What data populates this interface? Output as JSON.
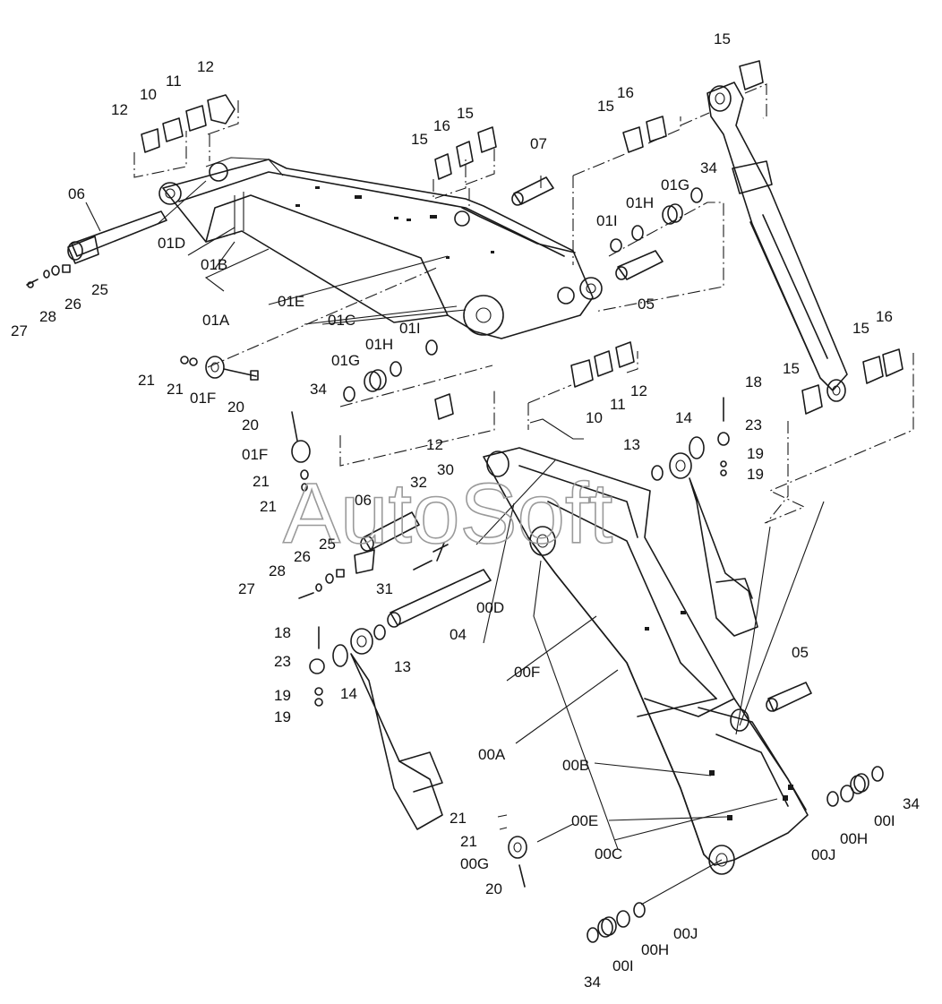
{
  "watermark": "AutoSoft",
  "labels": [
    {
      "id": "15_top",
      "text": "15"
    },
    {
      "id": "12_a",
      "text": "12"
    },
    {
      "id": "11_a",
      "text": "11"
    },
    {
      "id": "10_a",
      "text": "10"
    },
    {
      "id": "12_b",
      "text": "12"
    },
    {
      "id": "16_a",
      "text": "16"
    },
    {
      "id": "15_a",
      "text": "15"
    },
    {
      "id": "15_b",
      "text": "15"
    },
    {
      "id": "16_b",
      "text": "16"
    },
    {
      "id": "15_c",
      "text": "15"
    },
    {
      "id": "07",
      "text": "07"
    },
    {
      "id": "34_a",
      "text": "34"
    },
    {
      "id": "01G_a",
      "text": "01G"
    },
    {
      "id": "01H_a",
      "text": "01H"
    },
    {
      "id": "01I_a",
      "text": "01I"
    },
    {
      "id": "05_a",
      "text": "05"
    },
    {
      "id": "06_a",
      "text": "06"
    },
    {
      "id": "01D",
      "text": "01D"
    },
    {
      "id": "01B",
      "text": "01B"
    },
    {
      "id": "01A",
      "text": "01A"
    },
    {
      "id": "01E",
      "text": "01E"
    },
    {
      "id": "01C",
      "text": "01C"
    },
    {
      "id": "25_a",
      "text": "25"
    },
    {
      "id": "26_a",
      "text": "26"
    },
    {
      "id": "28_a",
      "text": "28"
    },
    {
      "id": "27_a",
      "text": "27"
    },
    {
      "id": "01I_b",
      "text": "01I"
    },
    {
      "id": "01H_b",
      "text": "01H"
    },
    {
      "id": "01G_b",
      "text": "01G"
    },
    {
      "id": "34_b",
      "text": "34"
    },
    {
      "id": "21_a",
      "text": "21"
    },
    {
      "id": "21_b",
      "text": "21"
    },
    {
      "id": "01F_a",
      "text": "01F"
    },
    {
      "id": "20_a",
      "text": "20"
    },
    {
      "id": "20_b",
      "text": "20"
    },
    {
      "id": "01F_b",
      "text": "01F"
    },
    {
      "id": "21_c",
      "text": "21"
    },
    {
      "id": "21_d",
      "text": "21"
    },
    {
      "id": "12_c",
      "text": "12"
    },
    {
      "id": "10_b",
      "text": "10"
    },
    {
      "id": "11_b",
      "text": "11"
    },
    {
      "id": "12_d",
      "text": "12"
    },
    {
      "id": "18_a",
      "text": "18"
    },
    {
      "id": "14_a",
      "text": "14"
    },
    {
      "id": "23_a",
      "text": "23"
    },
    {
      "id": "13_a",
      "text": "13"
    },
    {
      "id": "19_a",
      "text": "19"
    },
    {
      "id": "19_b",
      "text": "19"
    },
    {
      "id": "15_d",
      "text": "15"
    },
    {
      "id": "16_c",
      "text": "16"
    },
    {
      "id": "15_e",
      "text": "15"
    },
    {
      "id": "30",
      "text": "30"
    },
    {
      "id": "32",
      "text": "32"
    },
    {
      "id": "06_b",
      "text": "06"
    },
    {
      "id": "25_b",
      "text": "25"
    },
    {
      "id": "26_b",
      "text": "26"
    },
    {
      "id": "28_b",
      "text": "28"
    },
    {
      "id": "27_b",
      "text": "27"
    },
    {
      "id": "31",
      "text": "31"
    },
    {
      "id": "00D",
      "text": "00D"
    },
    {
      "id": "04",
      "text": "04"
    },
    {
      "id": "18_b",
      "text": "18"
    },
    {
      "id": "23_b",
      "text": "23"
    },
    {
      "id": "19_c",
      "text": "19"
    },
    {
      "id": "19_d",
      "text": "19"
    },
    {
      "id": "14_b",
      "text": "14"
    },
    {
      "id": "13_b",
      "text": "13"
    },
    {
      "id": "00F",
      "text": "00F"
    },
    {
      "id": "05_b",
      "text": "05"
    },
    {
      "id": "00A",
      "text": "00A"
    },
    {
      "id": "00B",
      "text": "00B"
    },
    {
      "id": "21_e",
      "text": "21"
    },
    {
      "id": "21_f",
      "text": "21"
    },
    {
      "id": "00E",
      "text": "00E"
    },
    {
      "id": "00G",
      "text": "00G"
    },
    {
      "id": "00C",
      "text": "00C"
    },
    {
      "id": "20_c",
      "text": "20"
    },
    {
      "id": "34_c",
      "text": "34"
    },
    {
      "id": "00I_a",
      "text": "00I"
    },
    {
      "id": "00H_a",
      "text": "00H"
    },
    {
      "id": "00J_a",
      "text": "00J"
    },
    {
      "id": "00J_b",
      "text": "00J"
    },
    {
      "id": "00H_b",
      "text": "00H"
    },
    {
      "id": "00I_b",
      "text": "00I"
    },
    {
      "id": "34_d",
      "text": "34"
    }
  ]
}
